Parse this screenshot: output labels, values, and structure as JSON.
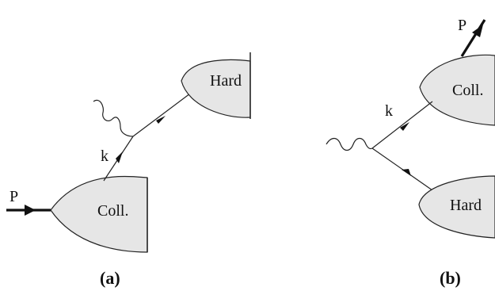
{
  "panels": {
    "a": {
      "caption": "(a)",
      "incoming_label": "P",
      "momentum_label": "k",
      "hard_label": "Hard",
      "coll_label": "Coll."
    },
    "b": {
      "caption": "(b)",
      "outgoing_label": "P",
      "momentum_label": "k",
      "hard_label": "Hard",
      "coll_label": "Coll."
    }
  },
  "colors": {
    "blob_fill": "#e6e6e6",
    "line": "#222222"
  }
}
